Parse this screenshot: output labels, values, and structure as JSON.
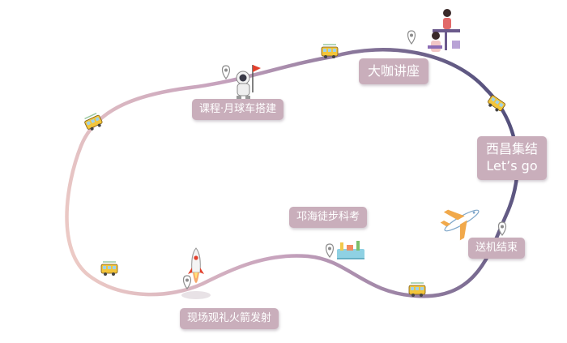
{
  "route": {
    "stops": [
      {
        "id": "lecture",
        "lines": [
          "大咖讲座"
        ],
        "icon": "people-chatting-icon"
      },
      {
        "id": "xichang",
        "lines": [
          "西昌集结",
          "Let’s go"
        ],
        "icon": "bus-icon"
      },
      {
        "id": "farewell",
        "lines": [
          "送机结束"
        ],
        "icon": "airplane-icon"
      },
      {
        "id": "hike",
        "lines": [
          "邛海徒步科考"
        ],
        "icon": "lake-scenery-icon"
      },
      {
        "id": "launch",
        "lines": [
          "现场观礼火箭发射"
        ],
        "icon": "rocket-icon"
      },
      {
        "id": "rover",
        "lines": [
          "课程·月球车搭建"
        ],
        "icon": "astronaut-icon"
      }
    ],
    "colors": {
      "path_light": "#f1cfc6",
      "path_mid": "#c6a2bd",
      "path_dark": "#4d4b78",
      "label_bg": "#c9aebb",
      "label_text": "#ffffff"
    }
  }
}
